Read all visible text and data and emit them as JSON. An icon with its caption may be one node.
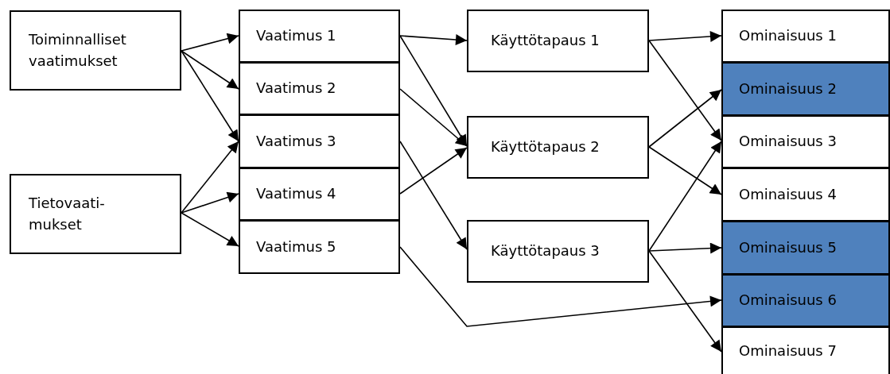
{
  "diagram": {
    "nodes": [
      {
        "text": [
          "Toiminnalliset vaatimukset"
        ]
      },
      {
        "text": [
          "Tietovaati- mukset"
        ]
      },
      {
        "text": [
          "Vaatimus 1"
        ]
      },
      {
        "text": [
          "Vaatimus 2"
        ]
      },
      {
        "text": [
          "Vaatimus 3"
        ]
      },
      {
        "text": [
          "Vaatimus 4"
        ]
      },
      {
        "text": [
          "Vaatimus 5"
        ]
      },
      {
        "text": [
          "Käyttötapaus 1"
        ]
      },
      {
        "text": [
          "Käyttötapaus 2"
        ]
      },
      {
        "text": [
          "Käyttötapaus 3"
        ]
      },
      {
        "text": [
          "Ominaisuus 1"
        ]
      },
      {
        "text": [
          "Ominaisuus 2"
        ]
      },
      {
        "text": [
          "Ominaisuus 3"
        ]
      },
      {
        "text": [
          "Ominaisuus 4"
        ]
      },
      {
        "text": [
          "Ominaisuus 5"
        ]
      },
      {
        "text": [
          "Ominaisuus 6"
        ]
      },
      {
        "text": [
          "Ominaisuus 7"
        ]
      }
    ],
    "edges": [
      {
        "from": 0,
        "to": 2,
        "arrow": "to"
      },
      {
        "from": 0,
        "to": 3,
        "arrow": "to"
      },
      {
        "from": 0,
        "to": 4,
        "arrow": "to"
      },
      {
        "from": 1,
        "to": 4,
        "arrow": "to"
      },
      {
        "from": 1,
        "to": 5,
        "arrow": "to"
      },
      {
        "from": 1,
        "to": 6,
        "arrow": "to"
      },
      {
        "from": 2,
        "to": 7,
        "arrow": "to"
      },
      {
        "from": 2,
        "to": 8,
        "arrow": "to"
      },
      {
        "from": 3,
        "to": 8,
        "arrow": "to"
      },
      {
        "from": 4,
        "to": 9,
        "arrow": "to"
      },
      {
        "from": 5,
        "to": 8,
        "arrow": "to"
      },
      {
        "from": 6,
        "to": 15,
        "arrow": "to"
      },
      {
        "from": 7,
        "to": 10,
        "arrow": "to"
      },
      {
        "from": 7,
        "to": 12,
        "arrow": "to"
      },
      {
        "from": 8,
        "to": 11,
        "arrow": "to"
      },
      {
        "from": 8,
        "to": 13,
        "arrow": "to"
      },
      {
        "from": 9,
        "to": 12,
        "arrow": "to"
      },
      {
        "from": 9,
        "to": 14,
        "arrow": "to"
      },
      {
        "from": 9,
        "to": 16,
        "arrow": "to"
      }
    ]
  }
}
